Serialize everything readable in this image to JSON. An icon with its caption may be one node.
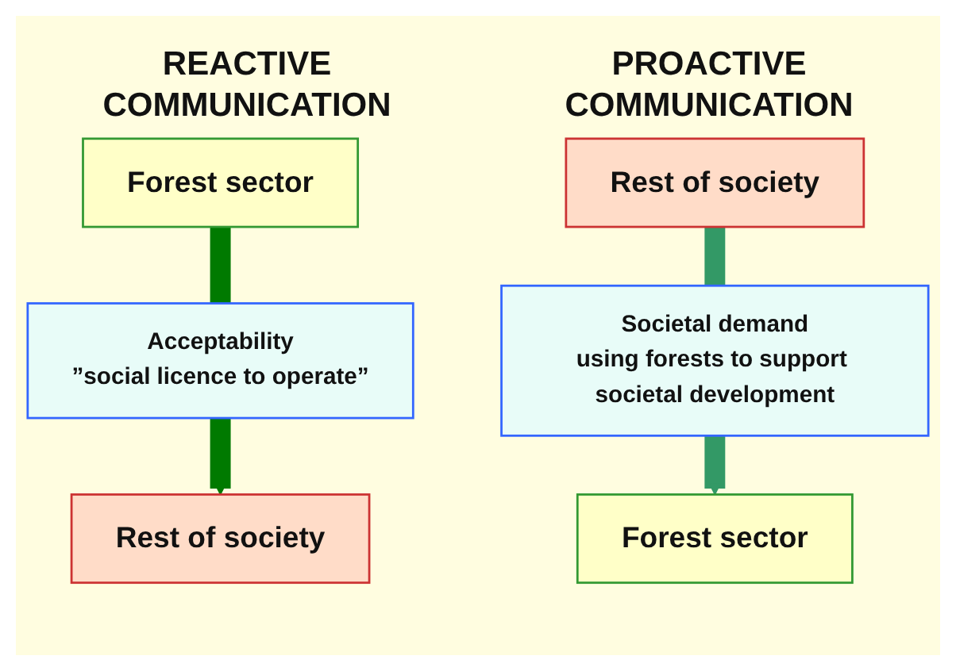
{
  "diagram": {
    "nodes": [
      {
        "text": [
          "Forest sector"
        ]
      },
      {
        "text": [
          "Acceptability",
          "”social licence to operate”"
        ]
      },
      {
        "text": [
          "Rest of society"
        ]
      },
      {
        "text": [
          "Rest of society"
        ]
      },
      {
        "text": [
          "Societal demand",
          "using forests to support societal development"
        ]
      },
      {
        "text": [
          "Forest sector"
        ]
      }
    ],
    "edges": [
      {
        "from": 0,
        "to": 1,
        "arrow": "none",
        "color": "#007a00"
      },
      {
        "from": 1,
        "to": 2,
        "arrow": "to",
        "color": "#007a00"
      },
      {
        "from": 3,
        "to": 4,
        "arrow": "none",
        "color": "#339966"
      },
      {
        "from": 4,
        "to": 5,
        "arrow": "to",
        "color": "#339966"
      }
    ],
    "labels": [
      "REACTIVE COMMUNICATION",
      "PROACTIVE COMMUNICATION"
    ]
  }
}
